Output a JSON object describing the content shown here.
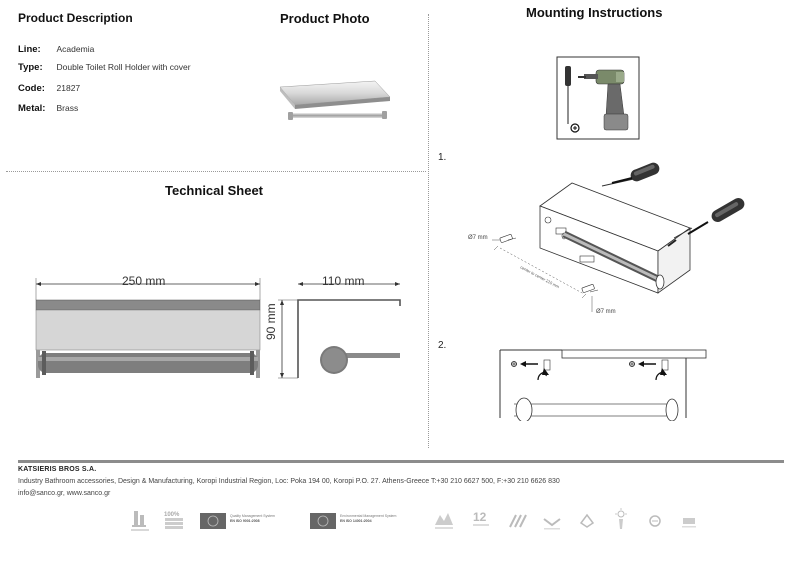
{
  "sections": {
    "description_title": "Product Description",
    "photo_title": "Product Photo",
    "mounting_title": "Mounting Instructions",
    "technical_title": "Technical Sheet"
  },
  "specs": [
    {
      "key": "Line:",
      "value": "Academia"
    },
    {
      "key": "Type:",
      "value": "Double Toilet Roll Holder with cover"
    },
    {
      "key": "Code:",
      "value": "21827"
    },
    {
      "key": "Metal:",
      "value": "Brass"
    }
  ],
  "technical": {
    "width_label": "250 mm",
    "depth_label": "110 mm",
    "height_label": "90 mm"
  },
  "mounting": {
    "step1": "1.",
    "step2": "2.",
    "hole_label_1": "Ø7 mm",
    "hole_label_2": "Ø7 mm",
    "center_label": "center to center 215 mm"
  },
  "footer": {
    "company": "KATSIERIS BROS S.A.",
    "address": "Industry Bathroom accessories, Design & Manufacturing, Koropi Industrial Region, Loc: Poka 194 00, Koropi P.O. 27. Athens-Greece   T:+30 210 6627 500, F:+30 210 6626 830",
    "contacts": "info@sanco.gr, www.sanco.gr"
  },
  "certs": {
    "iso9001_title": "Quality Management System",
    "iso9001_std": "EN ISO 9001:2008",
    "iso14001_title": "Environmental Management System",
    "iso14001_std": "EN ISO 14001:2004",
    "warranty_years": "12",
    "percent": "100%"
  },
  "colors": {
    "divider": "#9a9a9a",
    "footer_bar": "#8c8c8c",
    "metal": "#b8b8b8",
    "metal_dark": "#6a6a6a",
    "drill_green": "#7a8a6a"
  }
}
